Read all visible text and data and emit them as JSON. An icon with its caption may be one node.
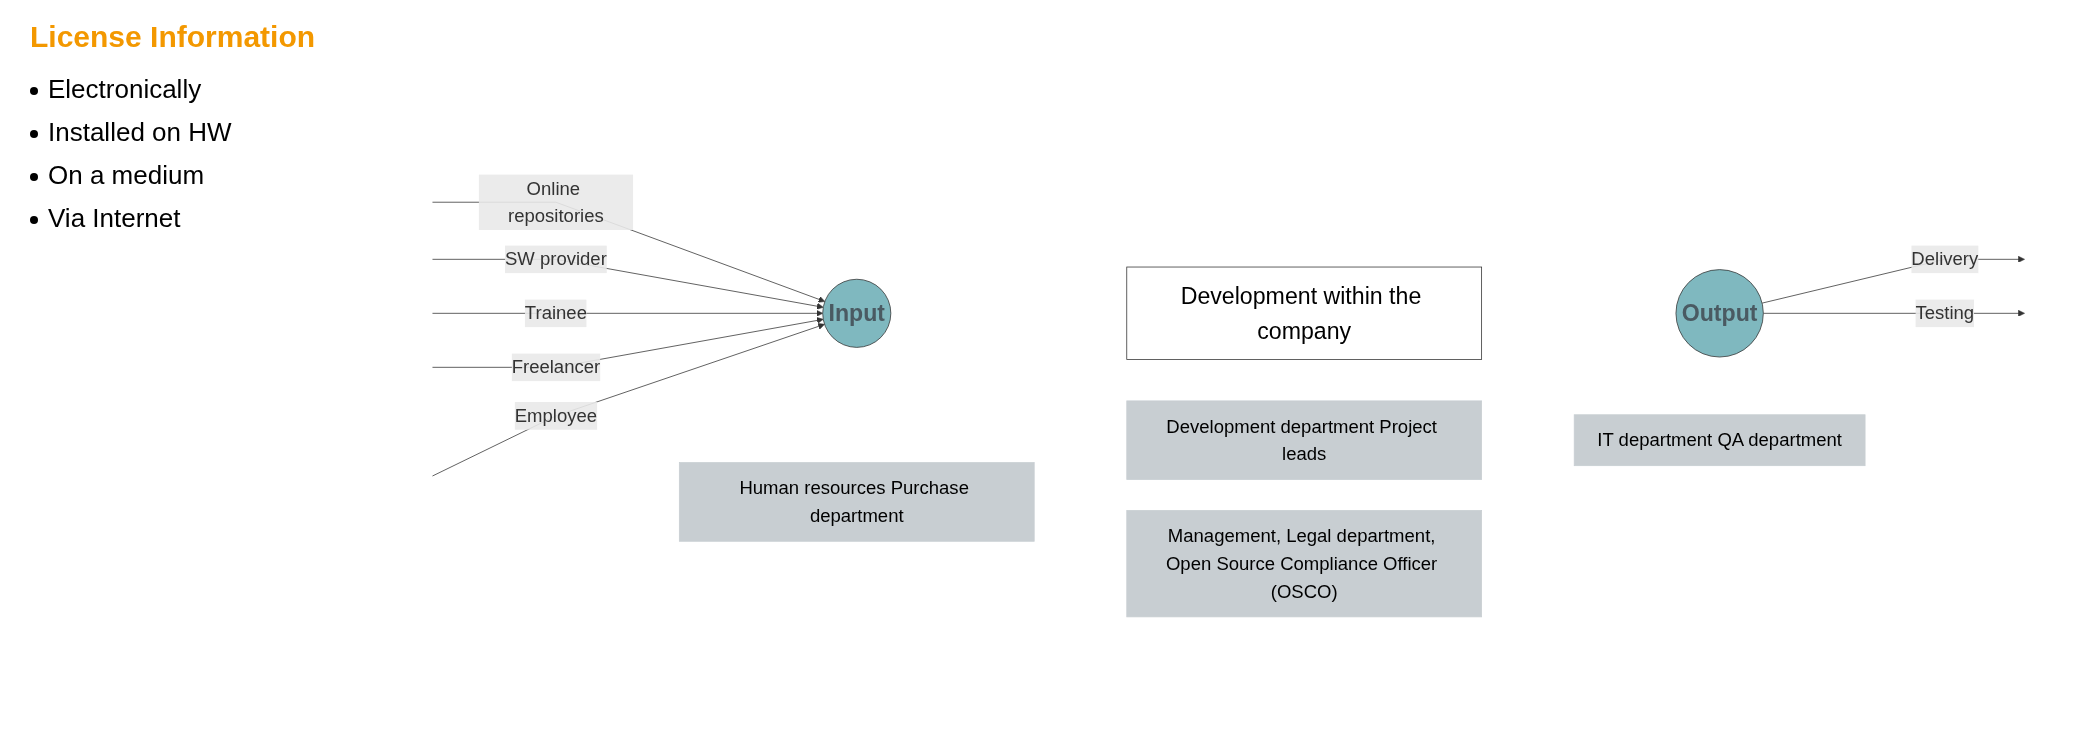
{
  "diagram": {
    "nodes": [
      {
        "text": [
          "Input"
        ]
      },
      {
        "text": [
          "Development within the company"
        ]
      },
      {
        "text": [
          "Output"
        ]
      },
      {
        "text": [
          "Human resources Purchase department"
        ]
      },
      {
        "text": [
          "Development department Project leads"
        ]
      },
      {
        "text": [
          "IT department QA department"
        ]
      },
      {
        "text": [
          "Management, Legal department, Open Source Compliance Officer (OSCO)"
        ]
      }
    ],
    "edges": [
      {
        "from": null,
        "to": 0,
        "arrow": "to",
        "label": "Employee"
      },
      {
        "from": null,
        "to": 0,
        "arrow": "to",
        "label": "Freelancer"
      },
      {
        "from": null,
        "to": 0,
        "arrow": "to",
        "label": "Trainee"
      },
      {
        "from": null,
        "to": 0,
        "arrow": "to",
        "label": "SW provider"
      },
      {
        "from": null,
        "to": 0,
        "arrow": "to",
        "label": "Online repositories"
      },
      {
        "from": 2,
        "to": null,
        "arrow": "to",
        "label": "Delivery"
      },
      {
        "from": 2,
        "to": null,
        "arrow": "to",
        "label": "Testing"
      }
    ],
    "labels": [
      "License Information",
      "Electronically",
      "Installed on HW",
      "On a medium",
      "Via Internet"
    ]
  }
}
